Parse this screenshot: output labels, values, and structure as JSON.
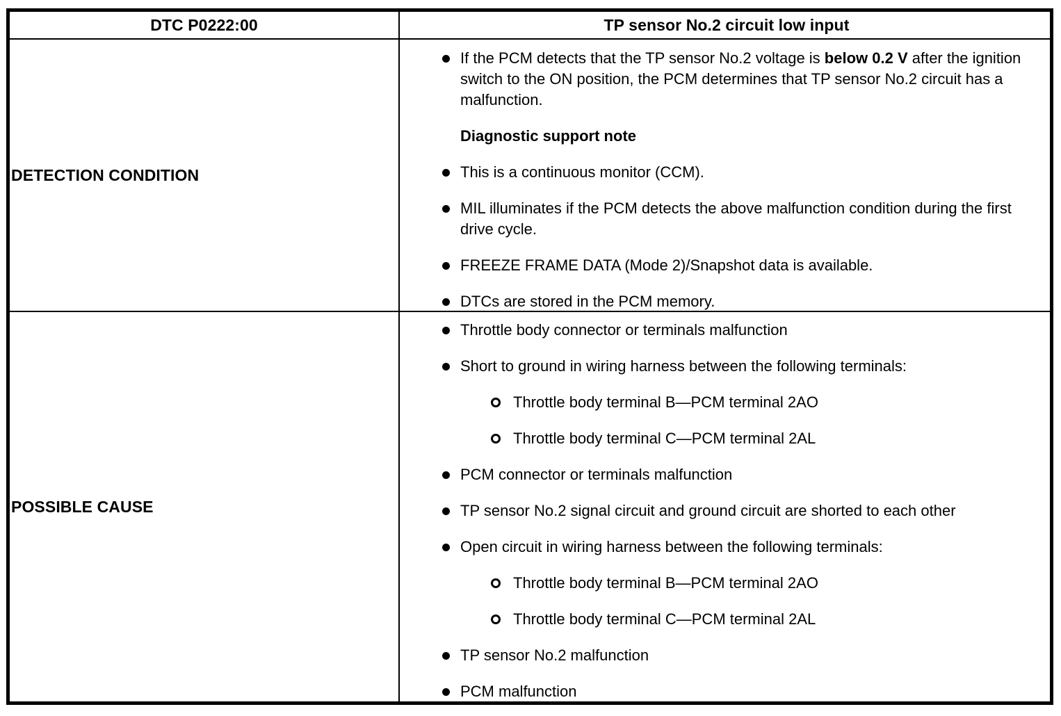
{
  "table": {
    "header": {
      "dtc_code_label": "DTC P0222:00",
      "dtc_description": "TP sensor No.2 circuit low input"
    },
    "rows": [
      {
        "label": "DETECTION CONDITION",
        "items": [
          {
            "type": "bullet",
            "marker": "filled-circle",
            "text_before_bold": "If the PCM detects that the TP sensor No.2 voltage is ",
            "bold_text": "below 0.2 V",
            "text_after_bold": " after the ignition switch to the ON position, the PCM determines that TP sensor No.2 circuit has a malfunction."
          },
          {
            "type": "heading",
            "marker": "none",
            "text": "Diagnostic support note"
          },
          {
            "type": "bullet",
            "marker": "filled-circle",
            "text": "This is a continuous monitor (CCM)."
          },
          {
            "type": "bullet",
            "marker": "filled-circle",
            "text": "MIL illuminates if the PCM detects the above malfunction condition during the first drive cycle."
          },
          {
            "type": "bullet",
            "marker": "filled-circle",
            "text": "FREEZE FRAME DATA (Mode 2)/Snapshot data is available."
          },
          {
            "type": "bullet",
            "marker": "filled-circle",
            "text": "DTCs are stored in the PCM memory."
          }
        ]
      },
      {
        "label": "POSSIBLE CAUSE",
        "items": [
          {
            "type": "bullet",
            "marker": "filled-circle",
            "text": "Throttle body connector or terminals malfunction"
          },
          {
            "type": "bullet",
            "marker": "filled-circle",
            "text": "Short to ground in wiring harness between the following terminals:"
          },
          {
            "type": "subbullet",
            "marker": "hollow-circle",
            "text": "Throttle body terminal B—PCM terminal 2AO"
          },
          {
            "type": "subbullet",
            "marker": "hollow-circle",
            "text": "Throttle body terminal C—PCM terminal 2AL"
          },
          {
            "type": "bullet",
            "marker": "filled-circle",
            "text": "PCM connector or terminals malfunction"
          },
          {
            "type": "bullet",
            "marker": "filled-circle",
            "text": "TP sensor No.2 signal circuit and ground circuit are shorted to each other"
          },
          {
            "type": "bullet",
            "marker": "filled-circle",
            "text": "Open circuit in wiring harness between the following terminals:"
          },
          {
            "type": "subbullet",
            "marker": "hollow-circle",
            "text": "Throttle body terminal B—PCM terminal 2AO"
          },
          {
            "type": "subbullet",
            "marker": "hollow-circle",
            "text": "Throttle body terminal C—PCM terminal 2AL"
          },
          {
            "type": "bullet",
            "marker": "filled-circle",
            "text": "TP sensor No.2 malfunction"
          },
          {
            "type": "bullet",
            "marker": "filled-circle",
            "text": "PCM malfunction"
          }
        ]
      }
    ]
  },
  "colors": {
    "text": "#000000",
    "background": "#ffffff",
    "border": "#000000"
  }
}
